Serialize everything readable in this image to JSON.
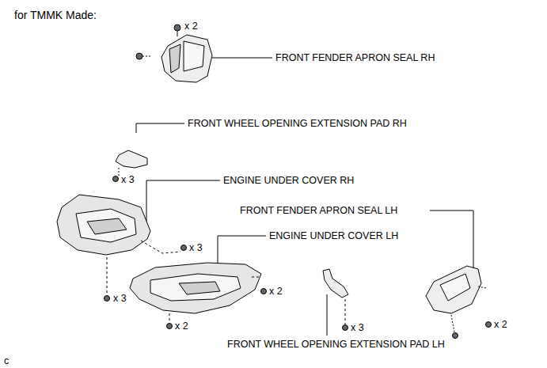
{
  "diagram": {
    "title": "for TMMK Made:",
    "labels": [
      "x 2",
      "FRONT FENDER APRON SEAL RH",
      "FRONT WHEEL OPENING EXTENSION PAD RH",
      "x 3",
      "ENGINE UNDER COVER RH",
      "x 3",
      "ENGINE UNDER COVER LH",
      "FRONT FENDER APRON SEAL LH",
      "x 3",
      "x 2",
      "x 2",
      "x 3",
      "x 2",
      "FRONT WHEEL OPENING EXTENSION PAD LH",
      "c"
    ]
  }
}
